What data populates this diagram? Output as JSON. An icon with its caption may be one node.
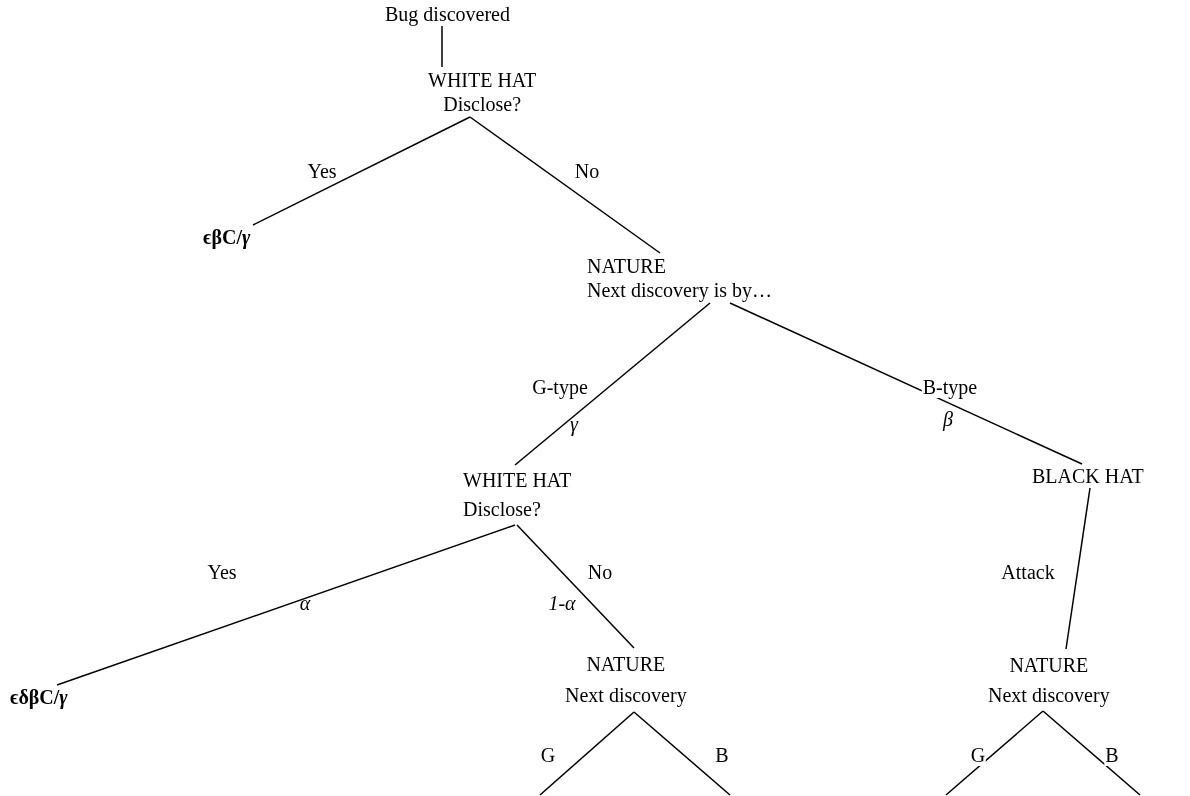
{
  "diagram": {
    "nodes": [
      {
        "text": [
          "Bug discovered"
        ]
      },
      {
        "text": [
          "WHITE HAT",
          "Disclose?"
        ]
      },
      {
        "text": [
          "ϵβC/*γ*"
        ]
      },
      {
        "text": [
          "NATURE",
          "Next discovery is by…"
        ]
      },
      {
        "text": [
          "WHITE HAT",
          "Disclose?"
        ]
      },
      {
        "text": [
          "BLACK HAT"
        ]
      },
      {
        "text": [
          "ϵδβC/*γ*"
        ]
      },
      {
        "text": [
          "NATURE",
          "Next discovery"
        ]
      },
      {
        "text": [
          "NATURE",
          "Next discovery"
        ]
      }
    ],
    "edges": [
      {
        "from": 0,
        "to": 1,
        "arrow": "none"
      },
      {
        "from": 1,
        "to": 2,
        "arrow": "none",
        "label": "Yes"
      },
      {
        "from": 1,
        "to": 3,
        "arrow": "none",
        "label": "No"
      },
      {
        "from": 3,
        "to": 4,
        "arrow": "none",
        "label": "G-type"
      },
      {
        "from": 3,
        "to": 5,
        "arrow": "none",
        "label": "B-type"
      },
      {
        "from": 4,
        "to": 6,
        "arrow": "none",
        "label": "Yes"
      },
      {
        "from": 4,
        "to": 7,
        "arrow": "none",
        "label": "No"
      },
      {
        "from": 5,
        "to": 8,
        "arrow": "none",
        "label": "Attack"
      },
      {
        "from": 7,
        "to": null,
        "arrow": "none",
        "label": "G"
      },
      {
        "from": 7,
        "to": null,
        "arrow": "none",
        "label": "B"
      },
      {
        "from": 8,
        "to": null,
        "arrow": "none",
        "label": "G"
      },
      {
        "from": 8,
        "to": null,
        "arrow": "none",
        "label": "B"
      }
    ],
    "labels": [
      "γ",
      "β",
      "α",
      "1-α"
    ]
  }
}
